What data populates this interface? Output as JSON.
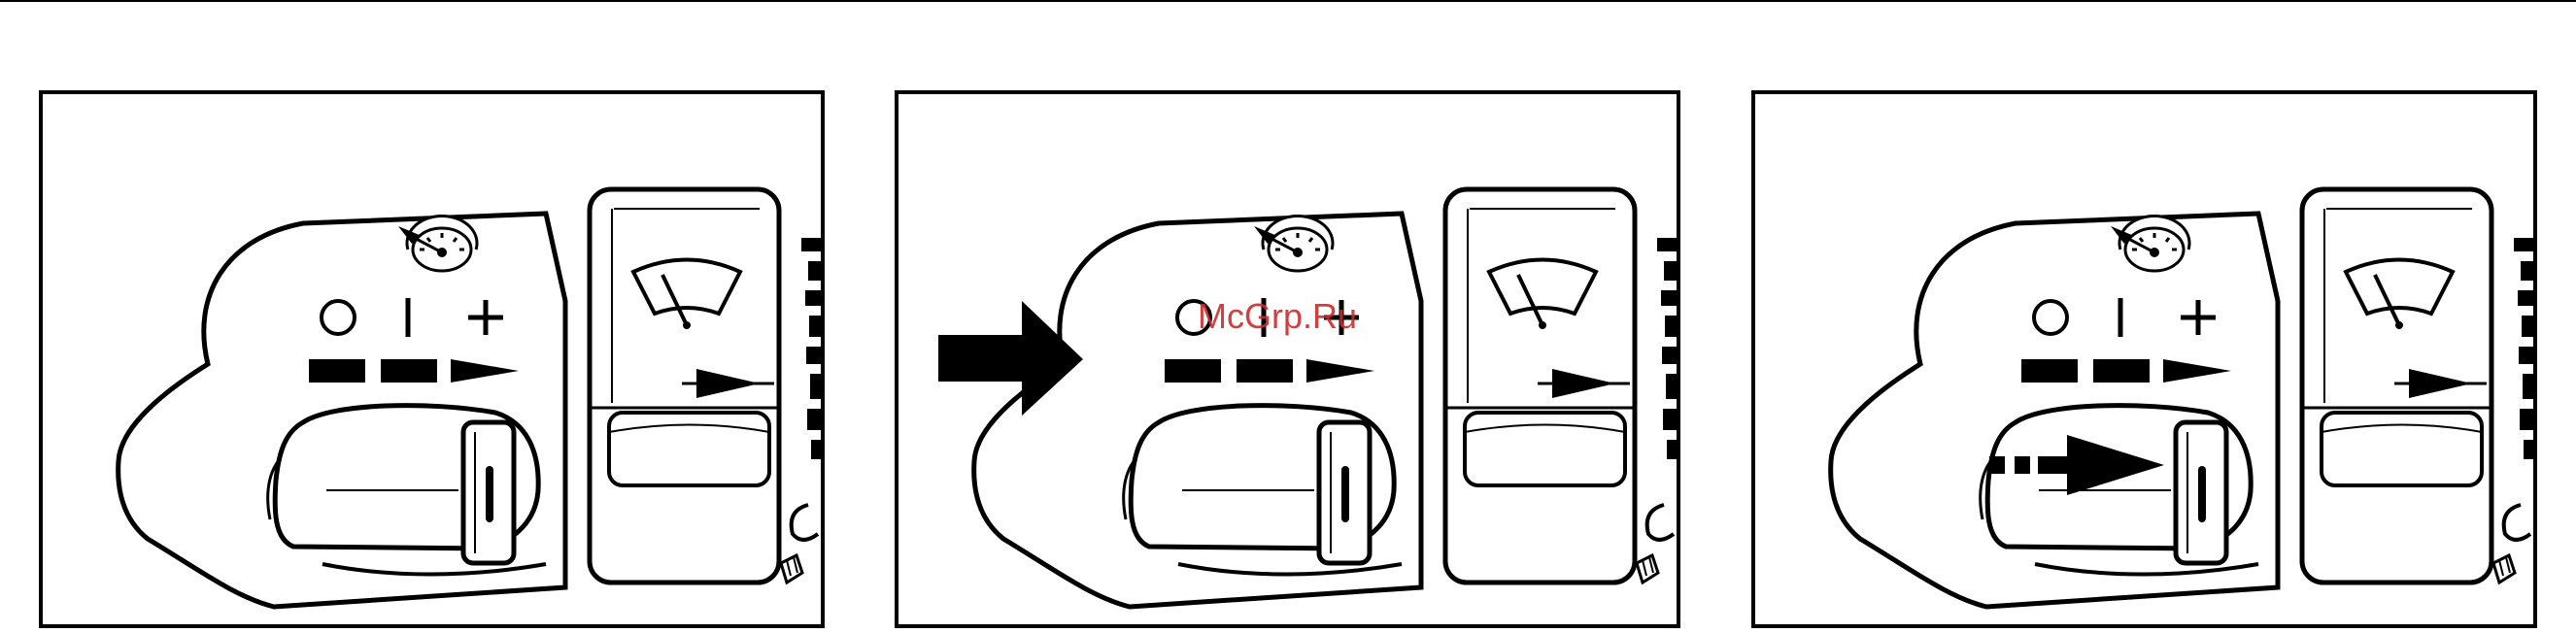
{
  "figure": {
    "panel_count": 3,
    "switch_markings": {
      "off_symbol": "O",
      "on_symbol": "I",
      "plus_symbol": "+"
    },
    "icons": [
      "cruise-control-speedometer-icon",
      "windshield-wiper-icon"
    ],
    "panels": [
      {
        "action": "none"
      },
      {
        "action": "push-arrow-from-left"
      },
      {
        "action": "slide-arrow-right"
      }
    ],
    "watermark": "McGrp.Ru",
    "colors": {
      "ink": "#000000",
      "paper": "#ffffff",
      "watermark": "#cc2b2b"
    }
  }
}
